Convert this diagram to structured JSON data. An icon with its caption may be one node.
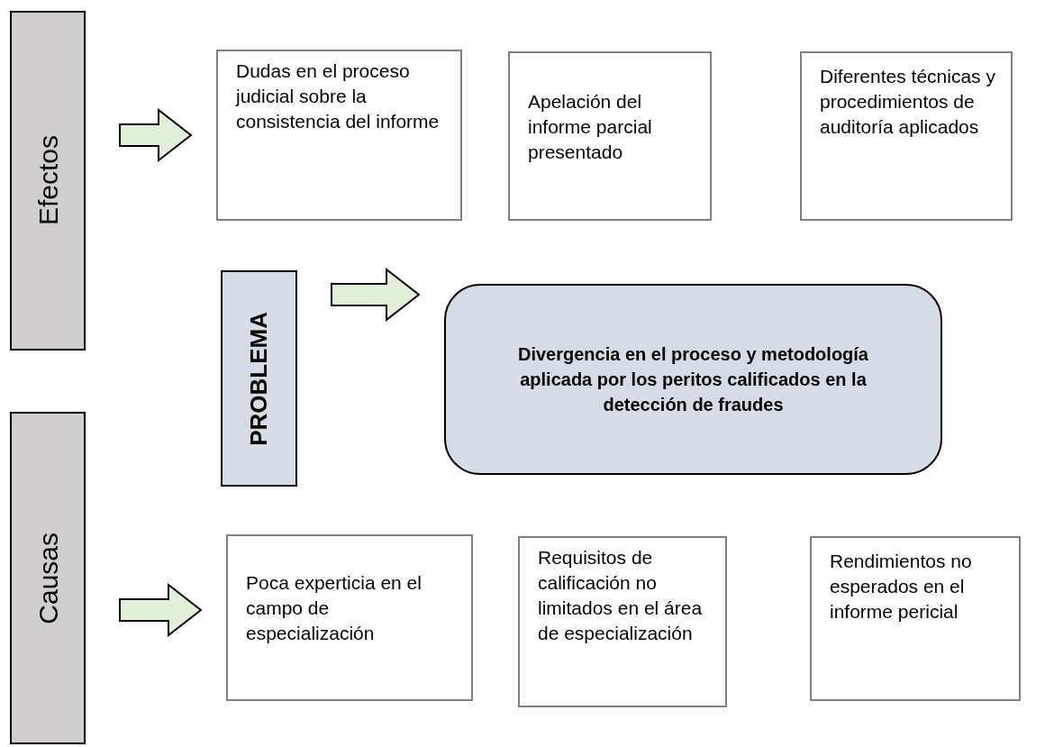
{
  "diagram": {
    "nodes": [
      {
        "text": [
          "Efectos"
        ]
      },
      {
        "text": [
          "Dudas en el proceso judicial sobre la consistencia del informe"
        ]
      },
      {
        "text": [
          "Apelación del informe parcial presentado"
        ]
      },
      {
        "text": [
          "Diferentes técnicas y procedimientos de auditoría aplicados"
        ]
      },
      {
        "text": [
          "PROBLEMA"
        ]
      },
      {
        "text": [
          "Divergencia en el proceso y metodología aplicada por los peritos calificados en la detección de fraudes"
        ]
      },
      {
        "text": [
          "Causas"
        ]
      },
      {
        "text": [
          "Poca experticia en el campo de especialización"
        ]
      },
      {
        "text": [
          "Requisitos de calificación no limitados en el área de especialización"
        ]
      },
      {
        "text": [
          "Rendimientos no esperados en el informe pericial"
        ]
      }
    ],
    "edges": [
      {
        "from": 0,
        "to": 1,
        "arrow": "to"
      },
      {
        "from": 4,
        "to": 5,
        "arrow": "to"
      },
      {
        "from": 6,
        "to": 7,
        "arrow": "to"
      }
    ]
  }
}
